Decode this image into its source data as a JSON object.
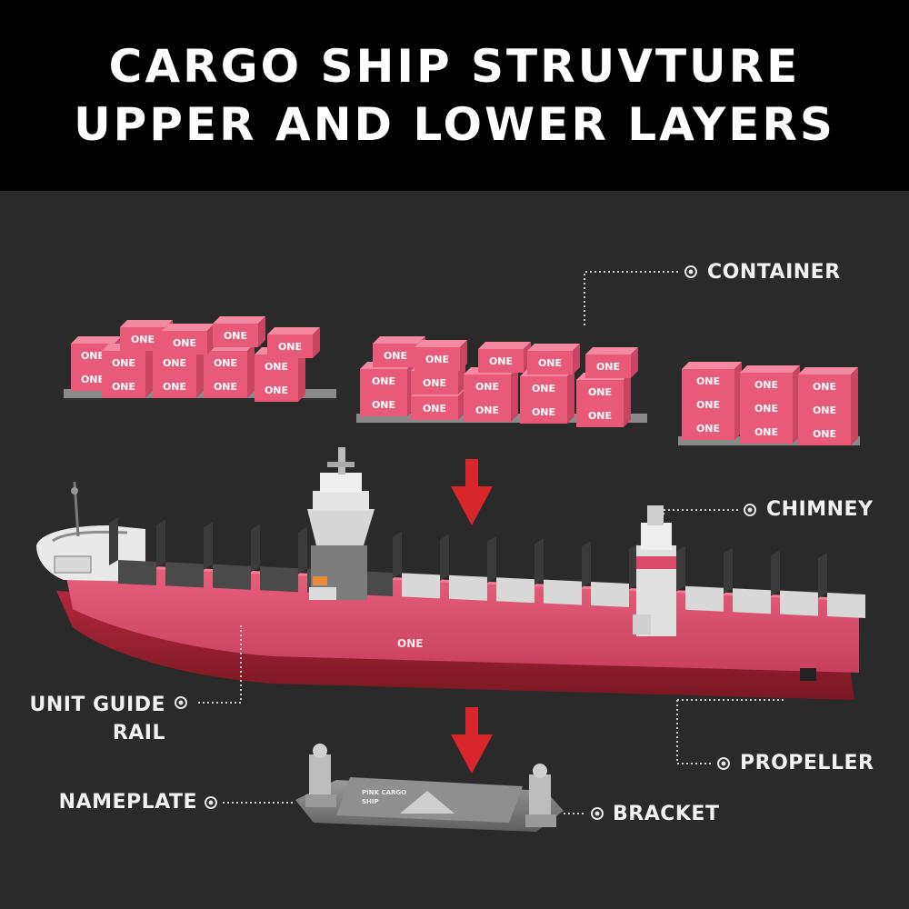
{
  "header": {
    "line1": "CARGO SHIP STRUVTURE",
    "line2": "UPPER AND LOWER LAYERS"
  },
  "callouts": {
    "container": "CONTAINER",
    "chimney": "CHIMNEY",
    "unit_guide_rail_line1": "UNIT GUIDE",
    "unit_guide_rail_line2": "RAIL",
    "propeller": "PROPELLER",
    "nameplate": "NAMEPLATE",
    "bracket": "BRACKET"
  },
  "container_brand": "ONE",
  "hull_brand": "ONE",
  "nameplate_text": {
    "line1": "PINK CARGO",
    "line2": "SHIP"
  },
  "colors": {
    "container_pink": "#e85a78",
    "hull_pink": "#d94a6b",
    "hull_red": "#a8222e",
    "arrow_red": "#d8262a"
  }
}
